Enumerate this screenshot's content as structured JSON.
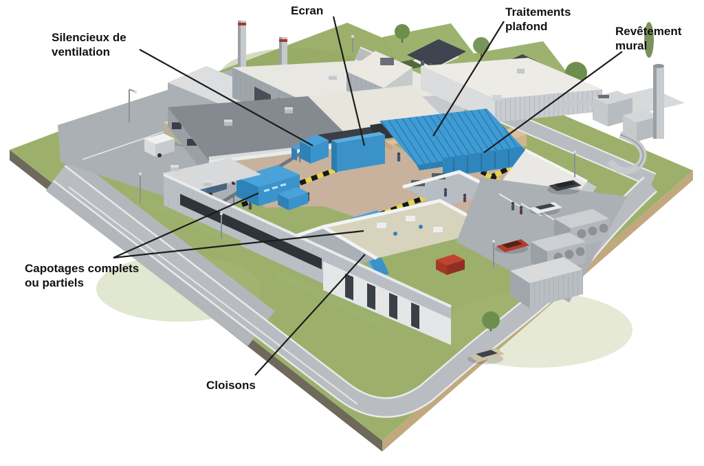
{
  "annotations": {
    "silencieux": {
      "line1": "Silencieux de",
      "line2": "ventilation",
      "target": "ventilation-silencer"
    },
    "ecran": {
      "line1": "Ecran",
      "target": "acoustic-screen"
    },
    "traitements": {
      "line1": "Traitements",
      "line2": "plafond",
      "target": "ceiling-treatment"
    },
    "revetement": {
      "line1": "Revêtement",
      "line2": "mural",
      "target": "wall-covering"
    },
    "capotages": {
      "line1": "Capotages complets",
      "line2": "ou partiels",
      "target": "machine-enclosures"
    },
    "cloisons": {
      "line1": "Cloisons",
      "target": "partition-wall"
    }
  },
  "palette": {
    "background": "#ffffff",
    "label_text": "#111111",
    "leader_line": "#1c1c1c",
    "grass": "#9cb06c",
    "road": "#b9bdc1",
    "pavement": "#abb0b4",
    "factory_floor": "#c8b29d",
    "acoustic_blue": "#3f9bd4",
    "acoustic_blue_mid": "#3a92c8",
    "acoustic_blue_dark": "#2e7fb3",
    "hazard_yellow": "#e6d34a",
    "roof_dark": "#848a90",
    "roof_light": "#e9e7e2",
    "wall_light": "#dfe1e2",
    "ground_edge_left": "#6f695c",
    "ground_edge_right": "#c2a87e",
    "house_roof": "#3e4450",
    "truck_trailer_beige": "#ded7c0",
    "truck_trailer_blue": "#b4c1cb",
    "car_red": "#b33d2c",
    "chimney_band_red": "#a23a2e",
    "tree_green": "#6d8f4e"
  }
}
